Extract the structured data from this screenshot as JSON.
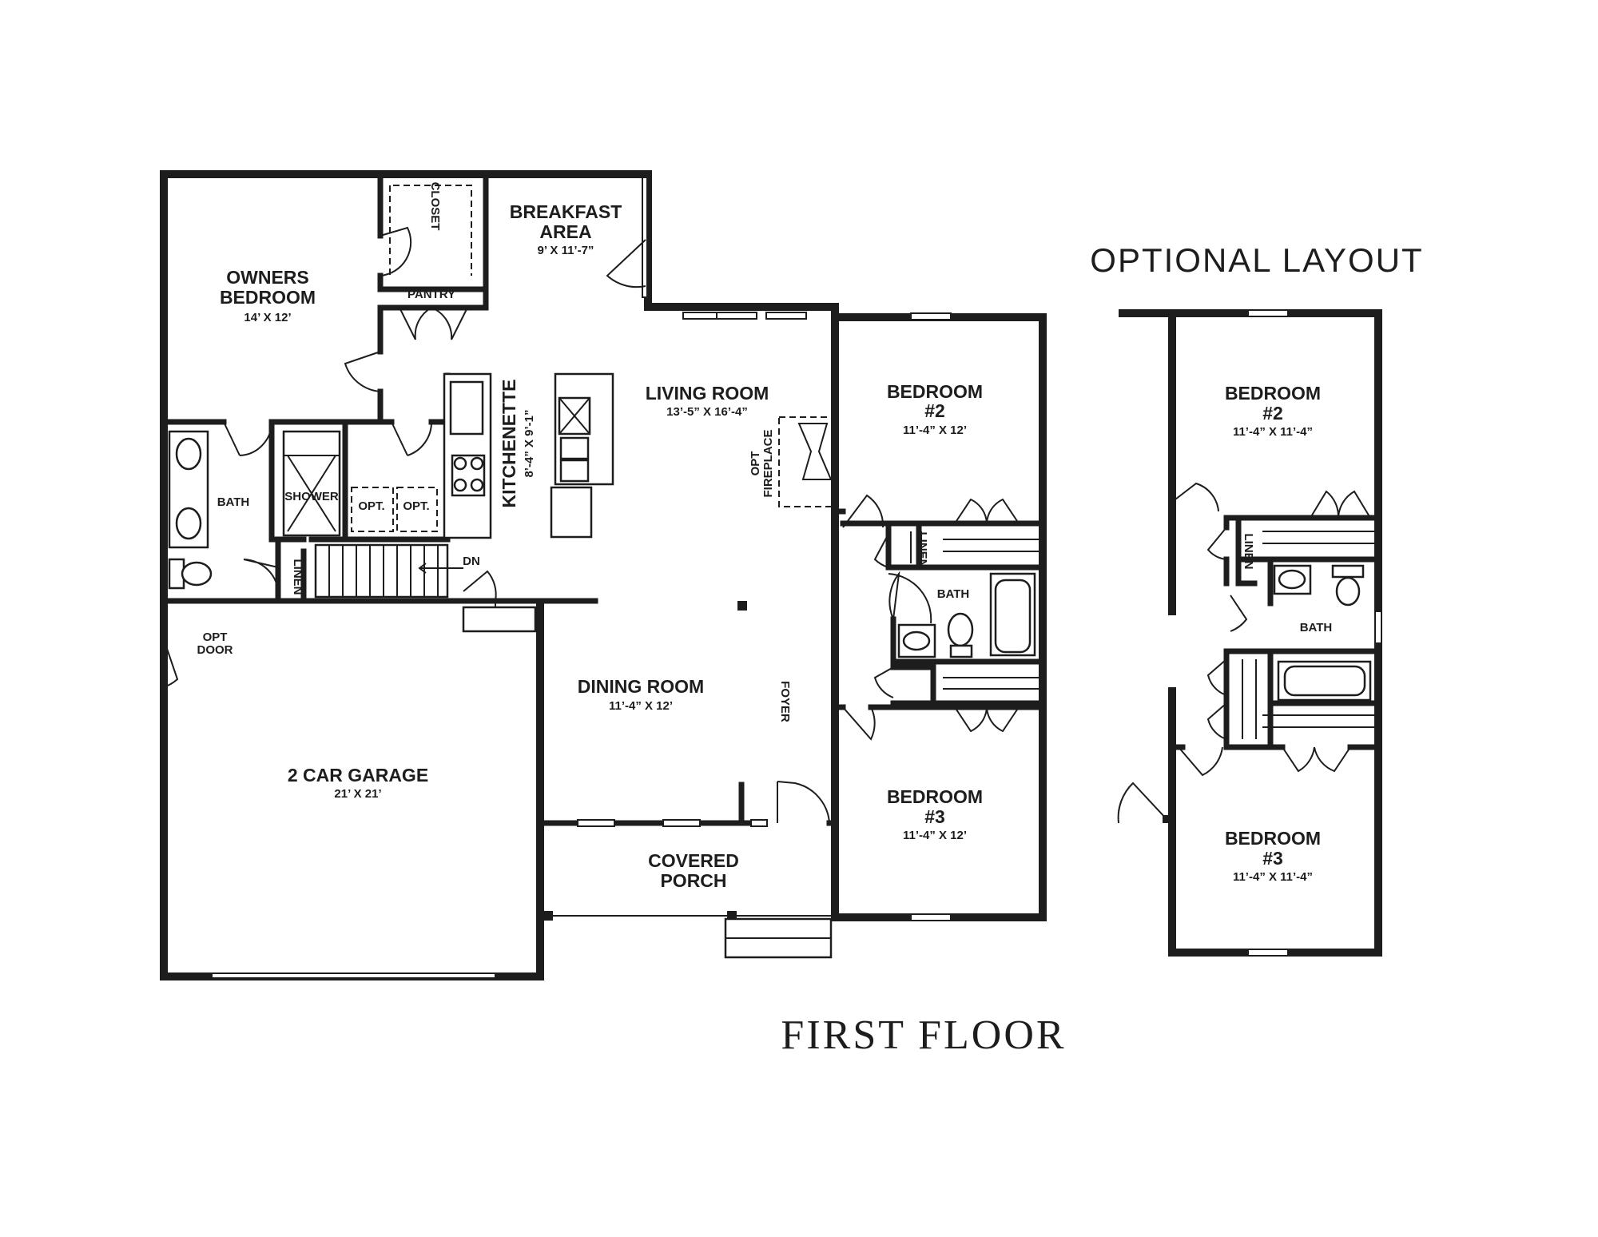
{
  "titles": {
    "optional_layout": "OPTIONAL LAYOUT",
    "first_floor": "FIRST FLOOR"
  },
  "rooms": {
    "owners_bedroom": {
      "name_line1": "OWNERS",
      "name_line2": "BEDROOM",
      "dims": "14’ X 12’"
    },
    "breakfast_area": {
      "name_line1": "BREAKFAST",
      "name_line2": "AREA",
      "dims": "9’ X 11’-7”"
    },
    "closet": {
      "name": "CLOSET"
    },
    "pantry": {
      "name": "PANTRY"
    },
    "kitchenette": {
      "name": "KITCHENETTE",
      "dims": "8’-4” X 9’-1”"
    },
    "living_room": {
      "name": "LIVING ROOM",
      "dims": "13’-5” X 16’-4”"
    },
    "opt_fireplace": {
      "line1": "OPT",
      "line2": "FIREPLACE"
    },
    "bedroom_2": {
      "name_line1": "BEDROOM",
      "name_line2": "#2",
      "dims": "11’-4” X 12’"
    },
    "owners_bath": {
      "name": "BATH"
    },
    "shower": {
      "name": "SHOWER"
    },
    "opt_1": {
      "name": "OPT."
    },
    "opt_2": {
      "name": "OPT."
    },
    "linen_1": {
      "name": "LINEN"
    },
    "stair_dn": {
      "name": "DN"
    },
    "linen_2": {
      "name": "LINEN"
    },
    "hall_bath": {
      "name": "BATH"
    },
    "opt_door": {
      "line1": "OPT",
      "line2": "DOOR"
    },
    "dining_room": {
      "name": "DINING ROOM",
      "dims": "11’-4” X 12’"
    },
    "foyer": {
      "name": "FOYER"
    },
    "garage": {
      "name": "2 CAR GARAGE",
      "dims": "21’ X 21’"
    },
    "bedroom_3": {
      "name_line1": "BEDROOM",
      "name_line2": "#3",
      "dims": "11’-4” X 12’"
    },
    "covered_porch": {
      "name_line1": "COVERED",
      "name_line2": "PORCH"
    }
  },
  "optional_rooms": {
    "bedroom_2": {
      "name_line1": "BEDROOM",
      "name_line2": "#2",
      "dims": "11’-4” X 11’-4”"
    },
    "linen": {
      "name": "LINEN"
    },
    "bath": {
      "name": "BATH"
    },
    "bedroom_3": {
      "name_line1": "BEDROOM",
      "name_line2": "#3",
      "dims": "11’-4” X 11’-4”"
    }
  }
}
